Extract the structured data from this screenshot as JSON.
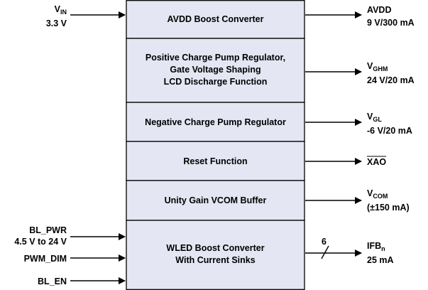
{
  "blocks": {
    "avdd": {
      "line1": "AVDD Boost Converter"
    },
    "pos_cp": {
      "line1": "Positive Charge Pump Regulator,",
      "line2": "Gate Voltage Shaping",
      "line3": "LCD Discharge Function"
    },
    "neg_cp": {
      "line1": "Negative Charge Pump Regulator"
    },
    "reset": {
      "line1": "Reset Function"
    },
    "vcom": {
      "line1": "Unity Gain VCOM Buffer"
    },
    "wled": {
      "line1": "WLED Boost Converter",
      "line2": "With Current Sinks"
    }
  },
  "inputs": {
    "vin": {
      "name_main": "V",
      "name_sub": "IN",
      "value": "3.3 V"
    },
    "bl_pwr": {
      "name": "BL_PWR",
      "value": "4.5 V to 24 V"
    },
    "pwm_dim": {
      "name": "PWM_DIM"
    },
    "bl_en": {
      "name": "BL_EN"
    }
  },
  "outputs": {
    "avdd": {
      "name": "AVDD",
      "value": "9 V/300 mA"
    },
    "vghm": {
      "name_main": "V",
      "name_sub": "GHM",
      "value": "24 V/20 mA"
    },
    "vgl": {
      "name_main": "V",
      "name_sub": "GL",
      "value": "-6 V/20 mA"
    },
    "xao": {
      "name": "XAO"
    },
    "vcom": {
      "name_main": "V",
      "name_sub": "COM",
      "value": "(±150 mA)"
    },
    "ifb": {
      "name_main": "IFB",
      "name_sub": "n",
      "value": "25 mA",
      "bus_width": "6"
    }
  }
}
